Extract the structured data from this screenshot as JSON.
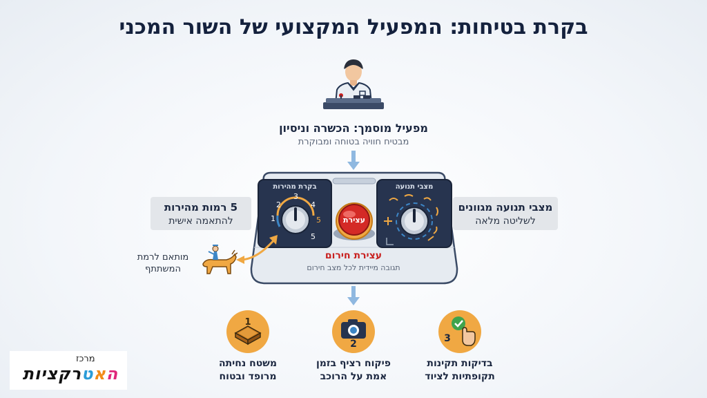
{
  "title": "בקרת בטיחות: המפעיל המקצועי של השור המכני",
  "operator": {
    "title": "מפעיל מוסמך: הכשרה וניסיון",
    "subtitle": "מבטיח חוויה בטוחה ומבוקרת"
  },
  "control_panel": {
    "speed_label": "בקרת מהירות",
    "speed_numbers": [
      "1",
      "2",
      "3",
      "4",
      "5",
      "5"
    ],
    "motion_label": "מצבי תנועה",
    "estop_button": "עצירת",
    "estop_title": "עצירת חירום",
    "estop_subtitle": "תגובה מיידית לכל מצב חירום"
  },
  "speed_panel": {
    "line1": "5 רמות מהירות",
    "line2": "להתאמה אישית"
  },
  "motion_panel": {
    "line1": "מצבי תנועה מגוונים",
    "line2": "לשליטה מלאה"
  },
  "rider_note": {
    "line1": "מותאם לרמת",
    "line2": "המשתתף"
  },
  "features": [
    {
      "number": "1",
      "line1": "משטח נחיתה",
      "line2": "מרופד ובטוח"
    },
    {
      "number": "2",
      "line1": "פיקוח רציף בזמן",
      "line2": "אמת על הרוכב"
    },
    {
      "number": "3",
      "line1": "בדיקות תקינות",
      "line2": "תקופתיות לציוד"
    }
  ],
  "logo": {
    "small": "מרכז",
    "big": [
      "ה",
      "א",
      "ט",
      "רקציות"
    ]
  },
  "colors": {
    "navy": "#1b2740",
    "panel_dark": "#27344f",
    "estop_red": "#d42a26",
    "accent_orange": "#f0a843",
    "arrow_blue": "#8fb8e0",
    "badge_green": "#3fa34d"
  }
}
